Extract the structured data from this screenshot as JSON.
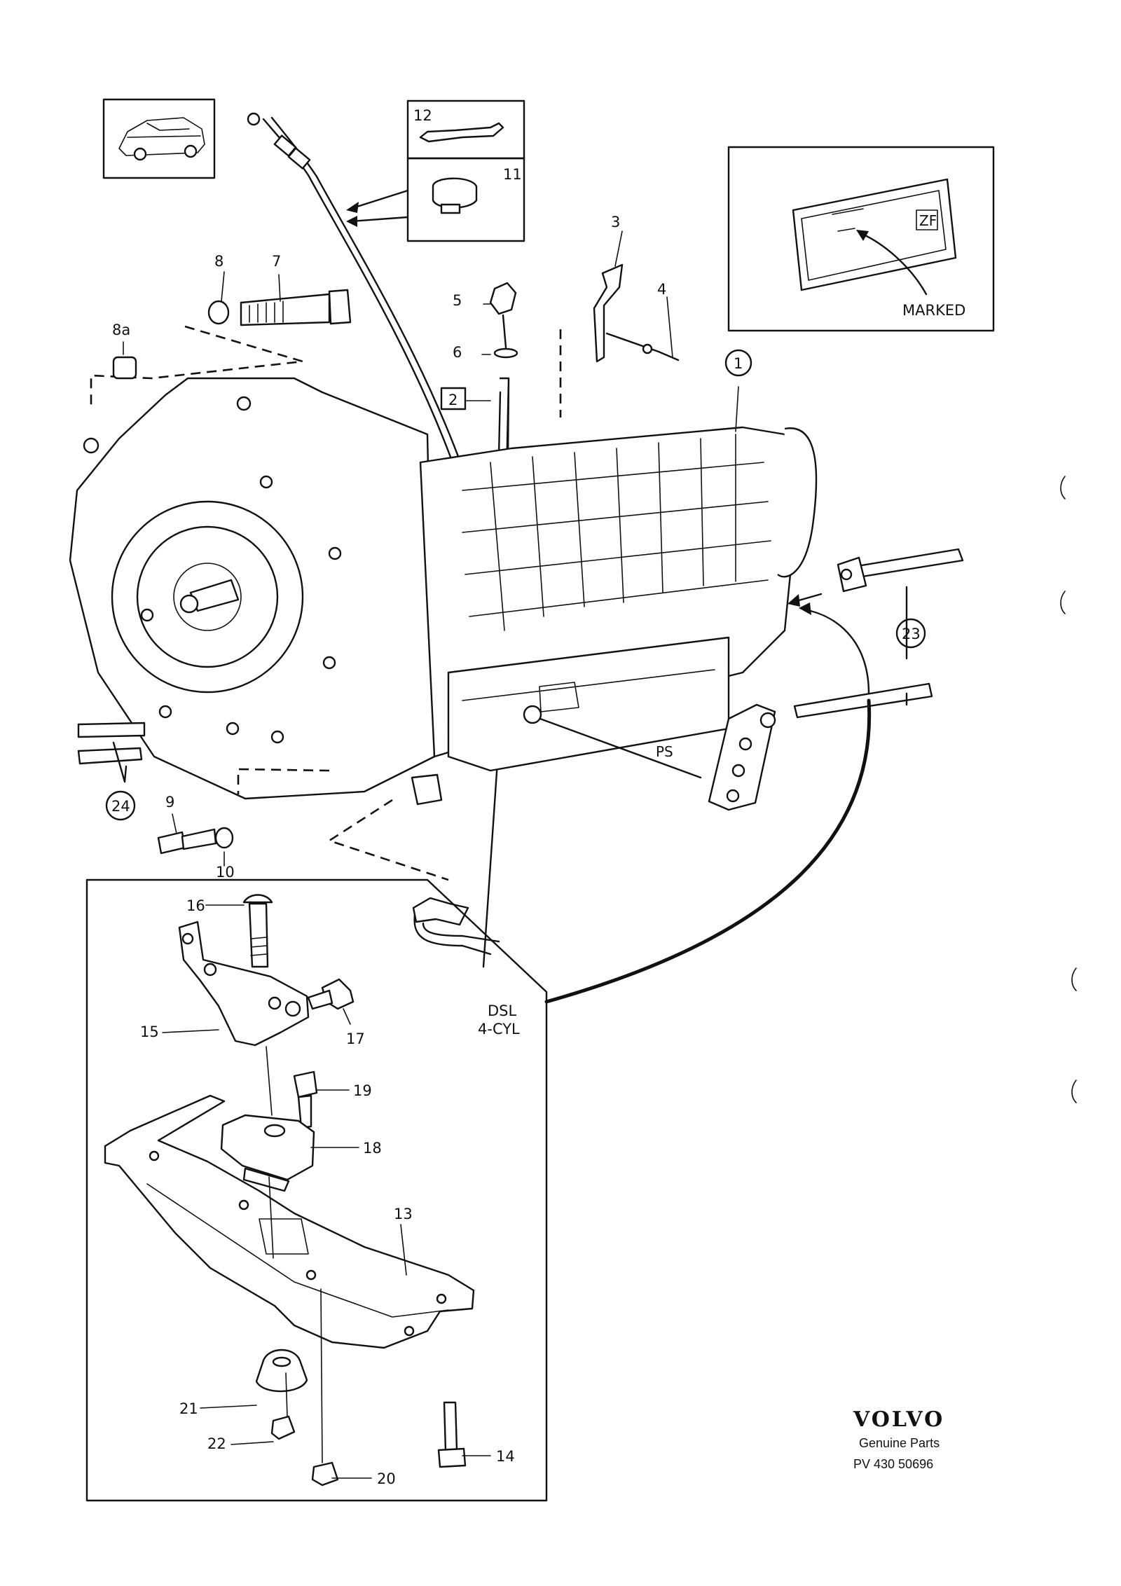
{
  "callouts": {
    "c1": "1",
    "c2": "2",
    "c3": "3",
    "c4": "4",
    "c5": "5",
    "c6": "6",
    "c7": "7",
    "c8": "8",
    "c8a": "8a",
    "c9": "9",
    "c10": "10",
    "c11": "11",
    "c12": "12",
    "c13": "13",
    "c14": "14",
    "c15": "15",
    "c16": "16",
    "c17": "17",
    "c18": "18",
    "c19": "19",
    "c20": "20",
    "c21": "21",
    "c22": "22",
    "c23": "23",
    "c24": "24"
  },
  "inset_label": {
    "line1": "DSL",
    "line2": "4-CYL"
  },
  "plate_label": "MARKED",
  "plate_logo": "ZF",
  "signature": "PS",
  "brand": {
    "name": "VOLVO",
    "subtitle": "Genuine Parts",
    "part_number": "PV 430 50696"
  },
  "colors": {
    "ink": "#111111",
    "paper": "#ffffff"
  }
}
